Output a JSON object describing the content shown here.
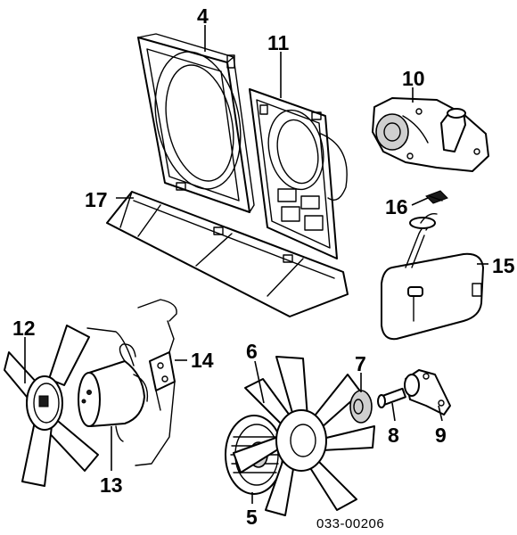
{
  "callouts": [
    {
      "id": "4",
      "text": "4"
    },
    {
      "id": "11",
      "text": "11"
    },
    {
      "id": "10",
      "text": "10"
    },
    {
      "id": "17",
      "text": "17"
    },
    {
      "id": "16",
      "text": "16"
    },
    {
      "id": "15",
      "text": "15"
    },
    {
      "id": "12",
      "text": "12"
    },
    {
      "id": "14",
      "text": "14"
    },
    {
      "id": "13",
      "text": "13"
    },
    {
      "id": "6",
      "text": "6"
    },
    {
      "id": "7",
      "text": "7"
    },
    {
      "id": "8",
      "text": "8"
    },
    {
      "id": "9",
      "text": "9"
    },
    {
      "id": "5",
      "text": "5"
    }
  ],
  "catalog_number": "033-00206"
}
